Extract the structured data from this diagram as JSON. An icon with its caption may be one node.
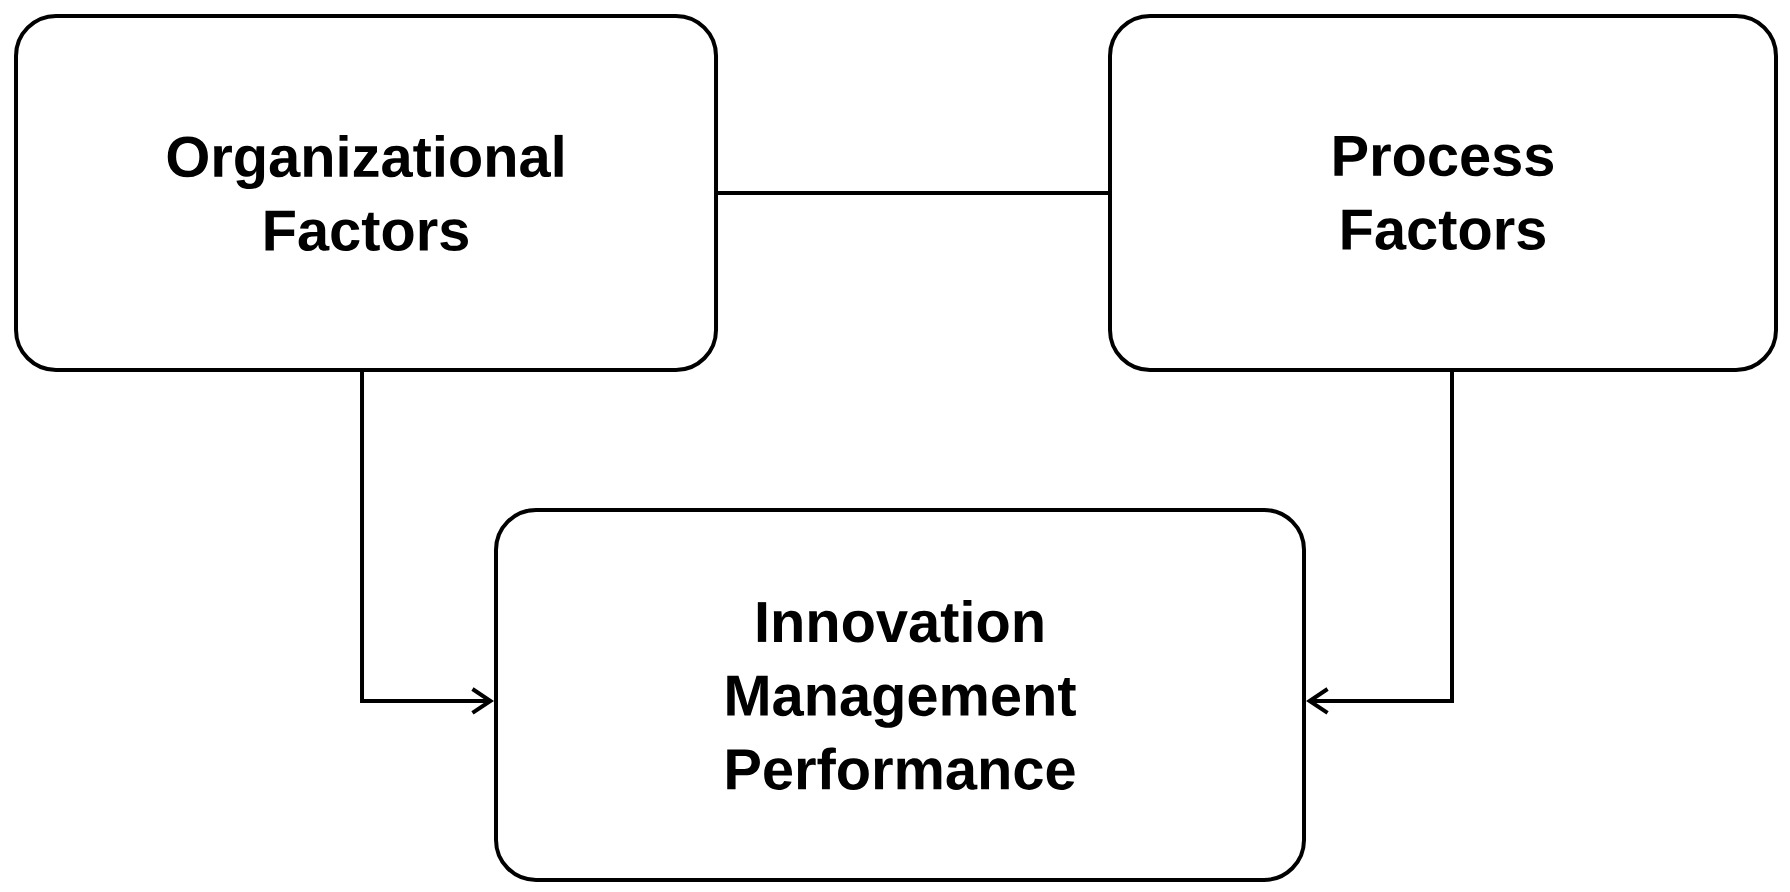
{
  "diagram": {
    "nodes": [
      {
        "text": [
          "Organizational Factors"
        ]
      },
      {
        "text": [
          "Process Factors"
        ]
      },
      {
        "text": [
          "Innovation Management Performance"
        ]
      }
    ],
    "edges": [
      {
        "from": 0,
        "to": 1,
        "arrow": "none"
      },
      {
        "from": 0,
        "to": 2,
        "arrow": "to"
      },
      {
        "from": 1,
        "to": 2,
        "arrow": "to"
      }
    ]
  }
}
